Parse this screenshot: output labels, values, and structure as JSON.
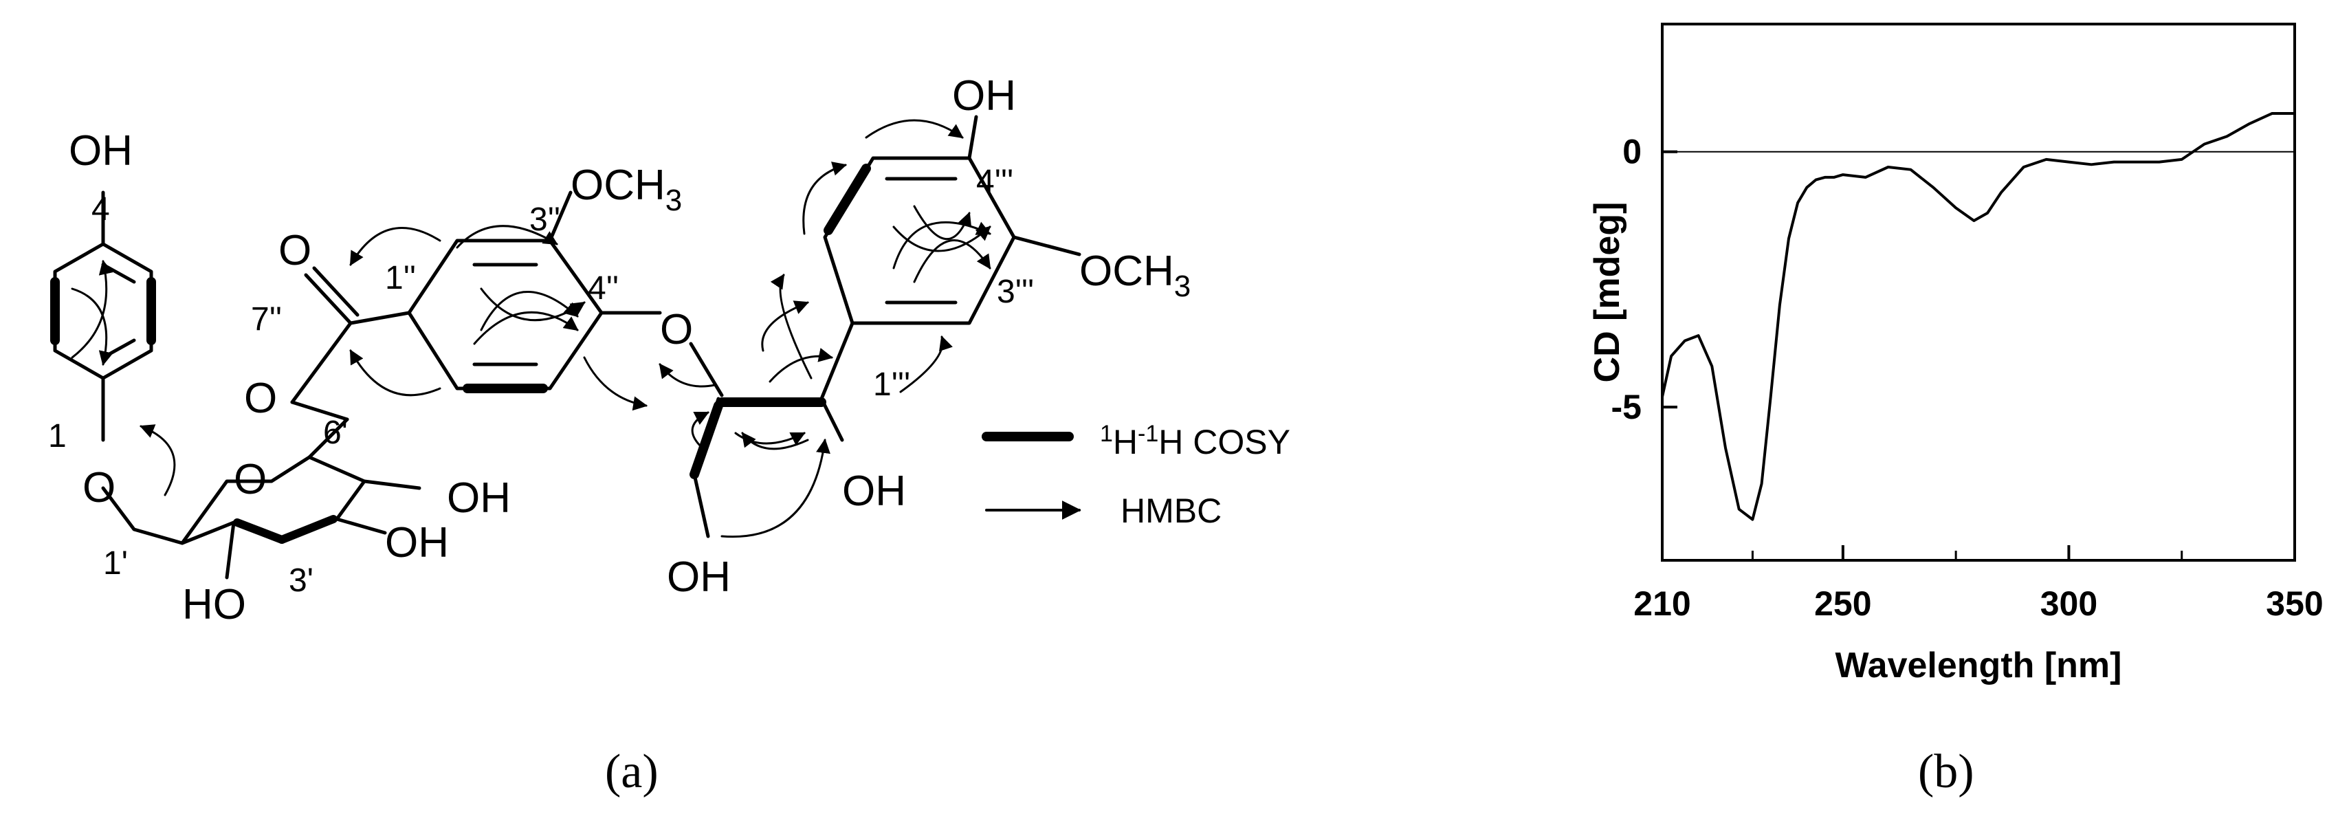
{
  "panel_a": {
    "caption": "(a)",
    "atoms": {
      "oh_top": "OH",
      "c4": "4",
      "c1": "1",
      "o_glyc": "O",
      "c1p": "1'",
      "o_ring": "O",
      "c6p": "6'",
      "c3p": "3'",
      "ho_2p": "HO",
      "oh_3p": "OH",
      "oh_4p": "OH",
      "o_ester_carbonyl": "O",
      "c7pp": "7''",
      "o_ester": "O",
      "c1pp": "1''",
      "c3pp": "3''",
      "c4pp": "4''",
      "och3_b": "OCH3",
      "o_ether": "O",
      "oh_chain_a": "OH",
      "oh_chain_b": "OH",
      "c1ppp": "1'''",
      "c3ppp": "3'''",
      "c4ppp": "4'''",
      "oh_c": "OH",
      "och3_c": "OCH3"
    },
    "legend": {
      "cosy_label": "1H-1H COSY",
      "cosy_sup1": "1",
      "cosy_h1": "H",
      "cosy_sup2": "-1",
      "cosy_h2": "H COSY",
      "hmbc_label": "HMBC"
    }
  },
  "panel_b": {
    "caption": "(b)"
  },
  "chart_data": {
    "type": "line",
    "title": "",
    "xlabel": "Wavelength [nm]",
    "ylabel": "CD [mdeg]",
    "xlim": [
      210,
      350
    ],
    "ylim": [
      -8,
      2.5
    ],
    "xticks": [
      210,
      250,
      300,
      350
    ],
    "yticks": [
      0,
      -5
    ],
    "zero_line": true,
    "series": [
      {
        "x": [
          210,
          212,
          215,
          218,
          221,
          224,
          227,
          230,
          232,
          234,
          236,
          238,
          240,
          242,
          244,
          246,
          248,
          250,
          255,
          260,
          265,
          270,
          275,
          279,
          282,
          285,
          290,
          295,
          300,
          305,
          310,
          315,
          320,
          325,
          330,
          335,
          340,
          345,
          350
        ],
        "y": [
          -4.8,
          -4.0,
          -3.7,
          -3.6,
          -4.2,
          -5.8,
          -7.0,
          -7.2,
          -6.5,
          -4.8,
          -3.0,
          -1.7,
          -1.0,
          -0.7,
          -0.55,
          -0.5,
          -0.5,
          -0.45,
          -0.5,
          -0.3,
          -0.35,
          -0.7,
          -1.1,
          -1.35,
          -1.2,
          -0.8,
          -0.3,
          -0.15,
          -0.2,
          -0.25,
          -0.2,
          -0.2,
          -0.2,
          -0.15,
          0.15,
          0.3,
          0.55,
          0.75,
          0.75
        ]
      }
    ]
  }
}
